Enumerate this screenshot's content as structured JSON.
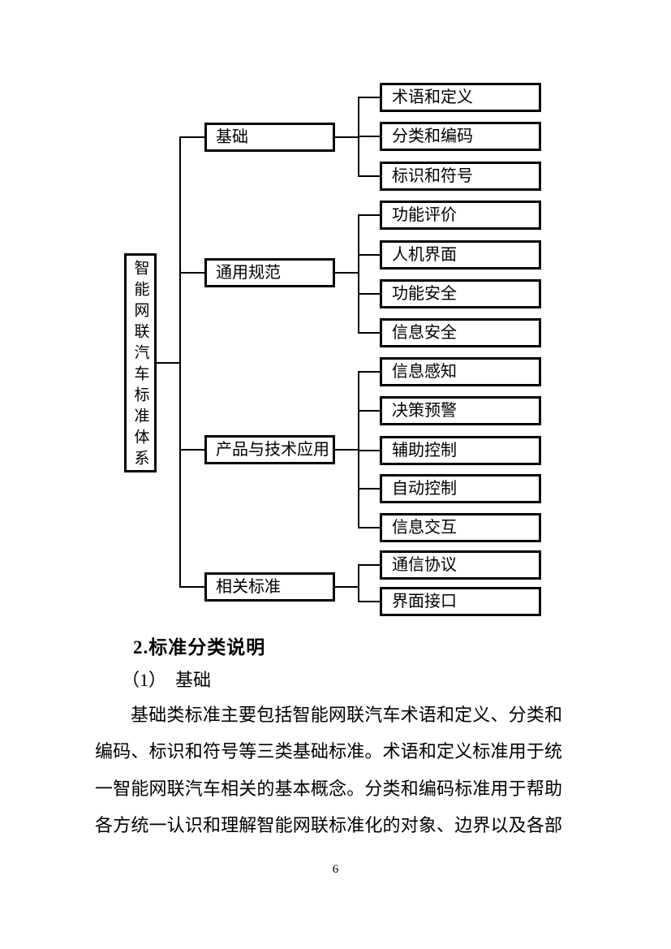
{
  "page": {
    "number": "6"
  },
  "colors": {
    "text": "#000000",
    "line": "#000000",
    "background": "#ffffff"
  },
  "diagram": {
    "root_label": "智能网联汽车标准体系",
    "branches": [
      {
        "label": "基础",
        "children": [
          "术语和定义",
          "分类和编码",
          "标识和符号"
        ]
      },
      {
        "label": "通用规范",
        "children": [
          "功能评价",
          "人机界面",
          "功能安全",
          "信息安全"
        ]
      },
      {
        "label": "产品与技术应用",
        "children": [
          "信息感知",
          "决策预警",
          "辅助控制",
          "自动控制",
          "信息交互"
        ]
      },
      {
        "label": "相关标准",
        "children": [
          "通信协议",
          "界面接口"
        ]
      }
    ]
  },
  "section": {
    "heading": "2.标准分类说明",
    "subheading": "（1）　基础",
    "paragraph_lines": [
      "基础类标准主要包括智能网联汽车术语和定义、分类和",
      "编码、标识和符号等三类基础标准。术语和定义标准用于统",
      "一智能网联汽车相关的基本概念。分类和编码标准用于帮助",
      "各方统一认识和理解智能网联标准化的对象、边界以及各部"
    ]
  }
}
